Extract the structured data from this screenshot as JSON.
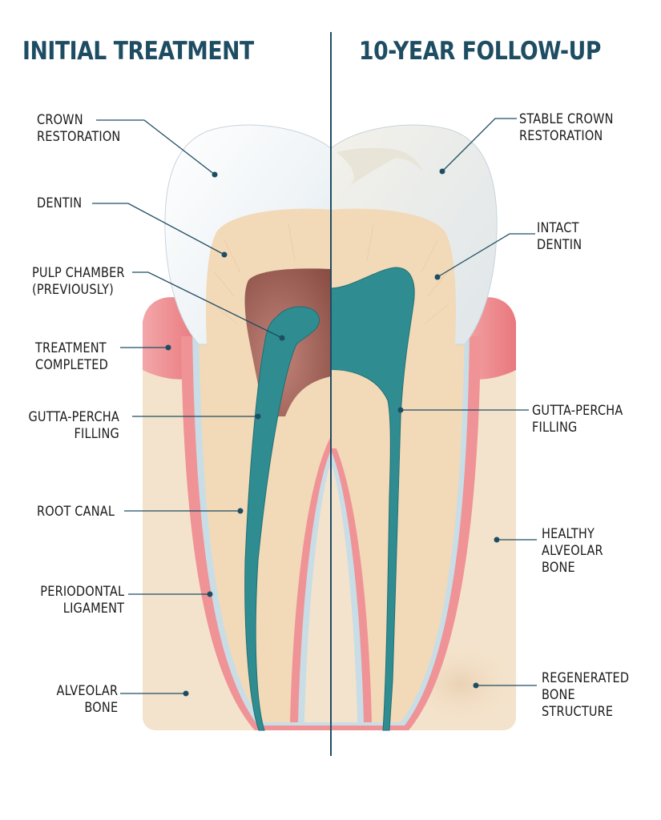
{
  "titles": {
    "left": "INITIAL TREATMENT",
    "right": "10-YEAR FOLLOW-UP"
  },
  "labels_left": {
    "crown_restoration": [
      "CROWN",
      "RESTORATION"
    ],
    "dentin": [
      "DENTIN"
    ],
    "pulp_chamber": [
      "PULP CHAMBER",
      "(PREVIOUSLY)"
    ],
    "treatment_completed": [
      "TREATMENT",
      "COMPLETED"
    ],
    "gutta_percha": [
      "GUTTA-PERCHA",
      "FILLING"
    ],
    "root_canal": [
      "ROOT CANAL"
    ],
    "periodontal_ligament": [
      "PERIODONTAL",
      "LIGAMENT"
    ],
    "alveolar_bone": [
      "ALVEOLAR",
      "BONE"
    ]
  },
  "labels_right": {
    "stable_crown": [
      "STABLE CROWN",
      "RESTORATION"
    ],
    "intact_dentin": [
      "INTACT",
      "DENTIN"
    ],
    "gutta_percha": [
      "GUTTA-PERCHA",
      "FILLING"
    ],
    "healthy_bone": [
      "HEALTHY",
      "ALVEOLAR",
      "BONE"
    ],
    "regenerated_bone": [
      "REGENERATED",
      "BONE",
      "STRUCTURE"
    ]
  },
  "colors": {
    "title": "#1e4d63",
    "bone": "#f4e3cc",
    "gum": "#ee8f92",
    "gum_light": "#f7b5b6",
    "enamel": "#ffffff",
    "dentin": "#f2d9b8",
    "ligament": "#c9dde6",
    "gutta_percha": "#2f8d92",
    "pulp_old": "#9b5f52",
    "divider": "#1e4d63",
    "leader": "#1e4d63"
  }
}
